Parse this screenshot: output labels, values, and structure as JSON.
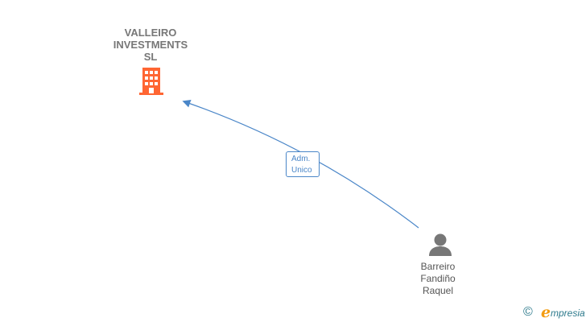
{
  "company": {
    "name_lines": [
      "VALLEIRO",
      "INVESTMENTS",
      "SL"
    ],
    "icon": "building-icon",
    "icon_color": "#ff6633"
  },
  "relation": {
    "label_lines": [
      "Adm.",
      "Unico"
    ],
    "color": "#4a86c8"
  },
  "person": {
    "name_lines": [
      "Barreiro",
      "Fandiño",
      "Raquel"
    ],
    "icon": "person-icon",
    "icon_color": "#777777"
  },
  "footer": {
    "copyright_symbol": "©",
    "brand_initial": "e",
    "brand_rest": "mpresia"
  }
}
